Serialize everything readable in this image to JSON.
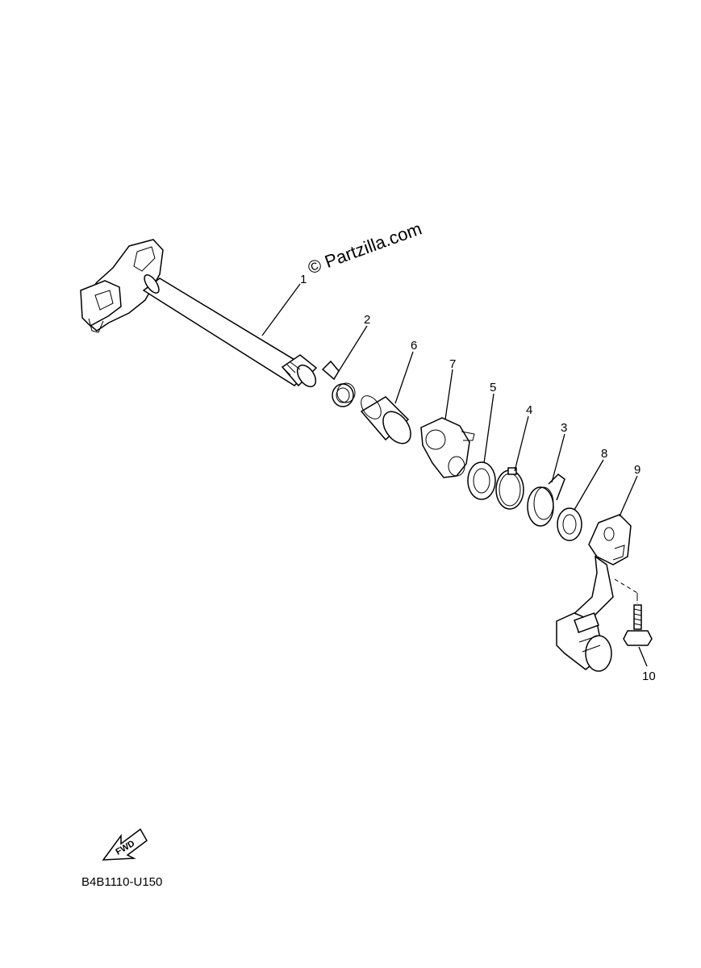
{
  "watermark": "© Partzilla.com",
  "diagram_code": "B4B1110-U150",
  "fwd_label": "FWD",
  "callouts": [
    "1",
    "2",
    "6",
    "7",
    "5",
    "4",
    "3",
    "8",
    "9",
    "10"
  ]
}
